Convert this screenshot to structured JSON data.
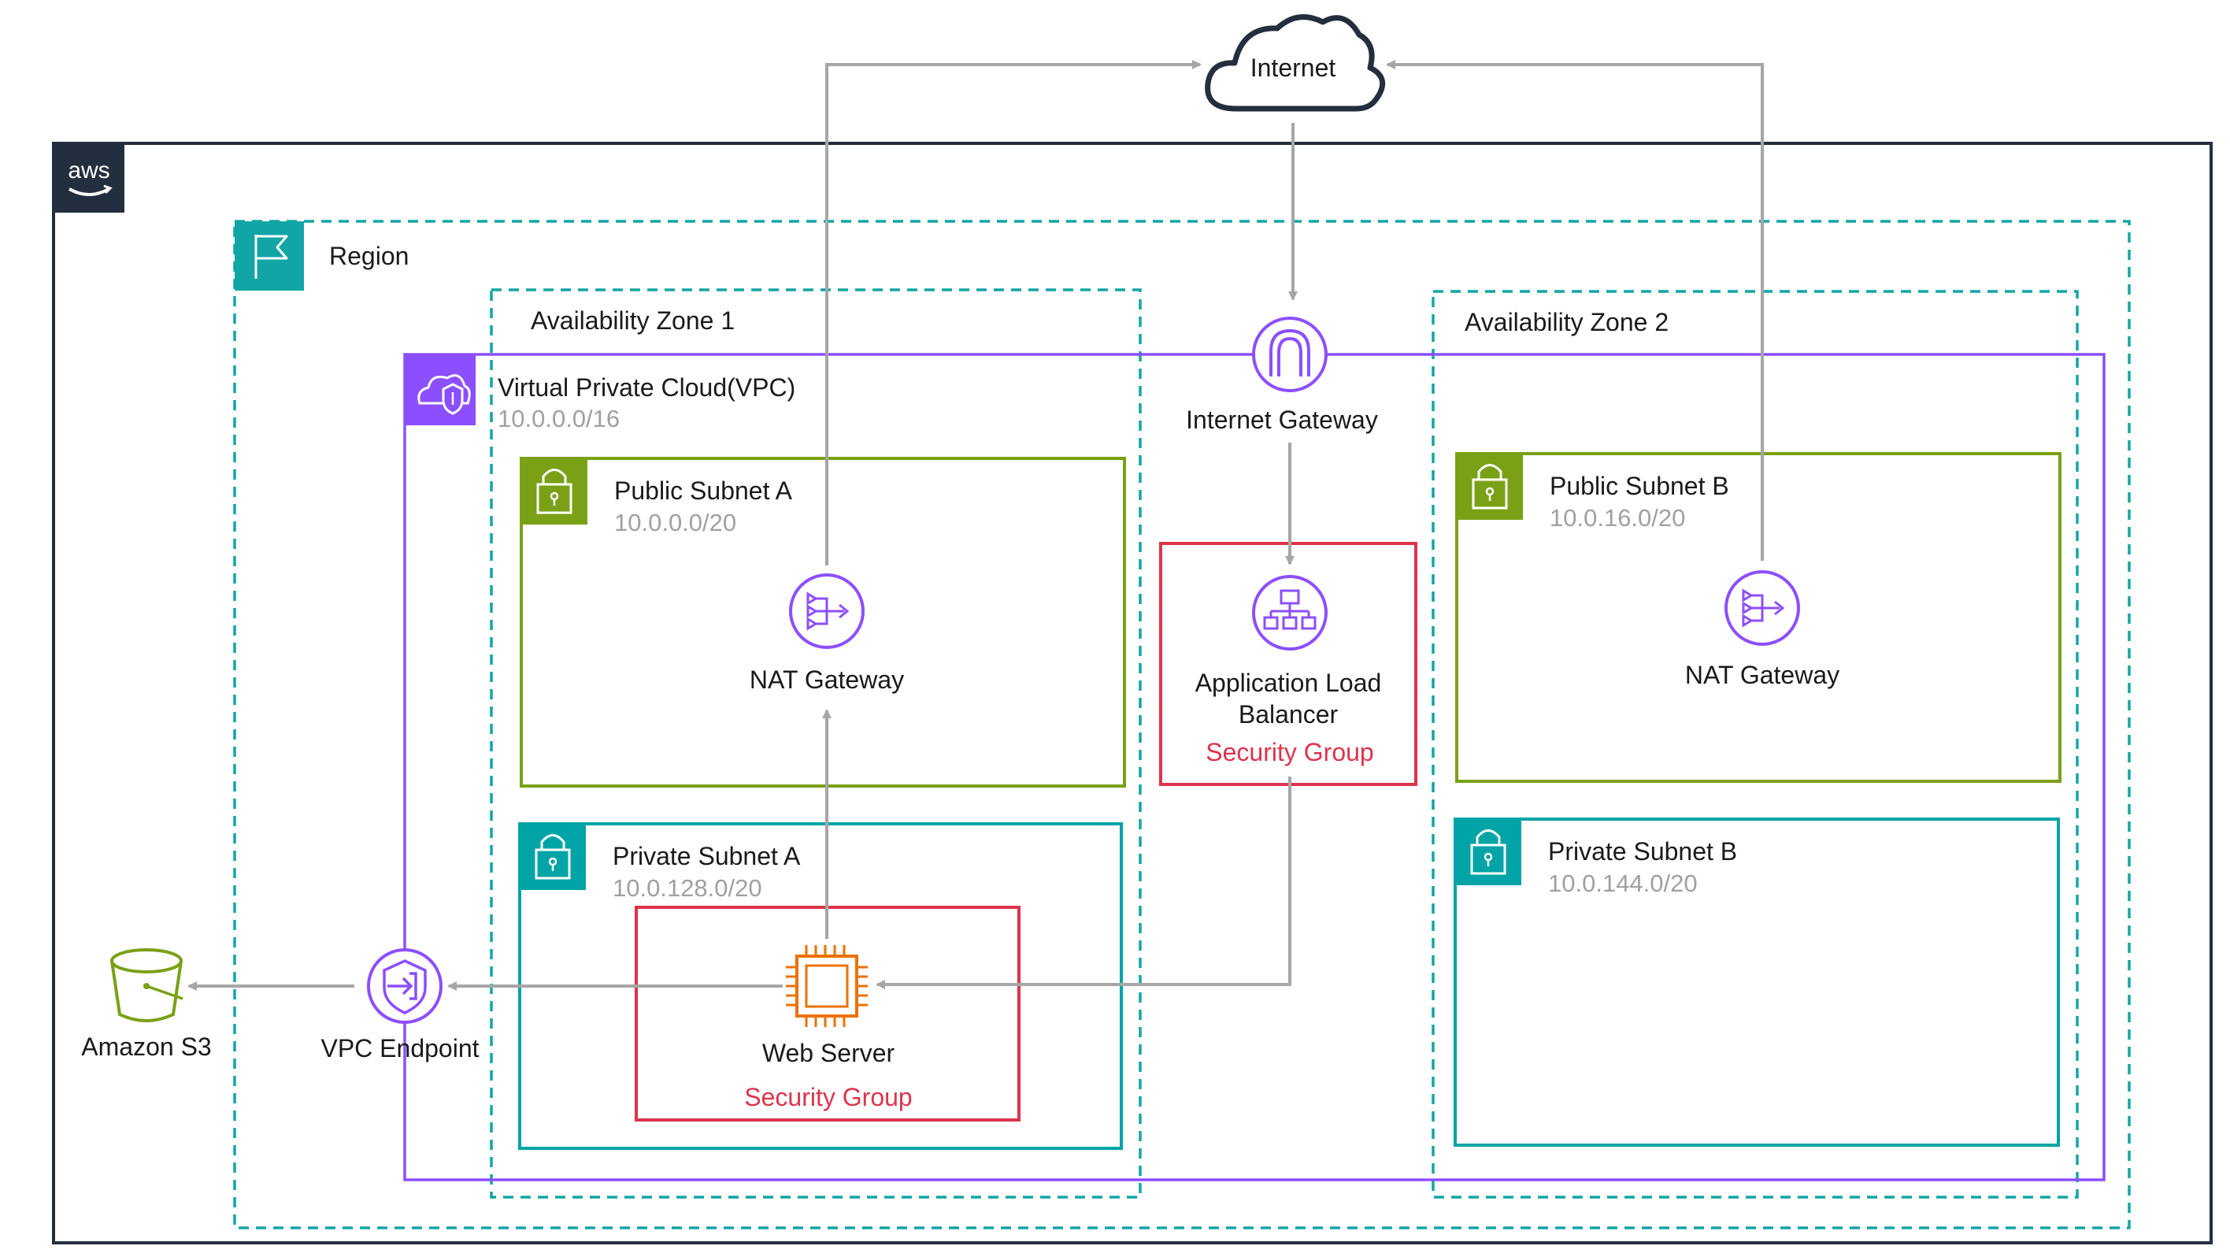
{
  "internet": {
    "label": "Internet"
  },
  "aws": {
    "logo_text": "aws"
  },
  "region": {
    "label": "Region"
  },
  "az1": {
    "label": "Availability Zone 1"
  },
  "az2": {
    "label": "Availability Zone 2"
  },
  "vpc": {
    "label": "Virtual Private Cloud(VPC)",
    "cidr": "10.0.0.0/16"
  },
  "internet_gateway": {
    "label": "Internet Gateway"
  },
  "public_subnet_a": {
    "label": "Public Subnet A",
    "cidr": "10.0.0.0/20"
  },
  "public_subnet_b": {
    "label": "Public Subnet B",
    "cidr": "10.0.16.0/20"
  },
  "private_subnet_a": {
    "label": "Private Subnet A",
    "cidr": "10.0.128.0/20"
  },
  "private_subnet_b": {
    "label": "Private Subnet B",
    "cidr": "10.0.144.0/20"
  },
  "nat_gateway_a": {
    "label": "NAT Gateway"
  },
  "nat_gateway_b": {
    "label": "NAT Gateway"
  },
  "alb": {
    "label_line1": "Application Load",
    "label_line2": "Balancer",
    "security_group": "Security Group"
  },
  "web_server": {
    "label": "Web Server",
    "security_group": "Security Group"
  },
  "vpc_endpoint": {
    "label": "VPC Endpoint"
  },
  "s3": {
    "label": "Amazon S3"
  },
  "colors": {
    "region": "#12a5a5",
    "vpc": "#8c4fff",
    "public_subnet": "#7aa116",
    "private_subnet": "#00a4a6",
    "security_group": "#dd344c",
    "compute": "#ed7100",
    "arrow": "#a6a6a6"
  }
}
